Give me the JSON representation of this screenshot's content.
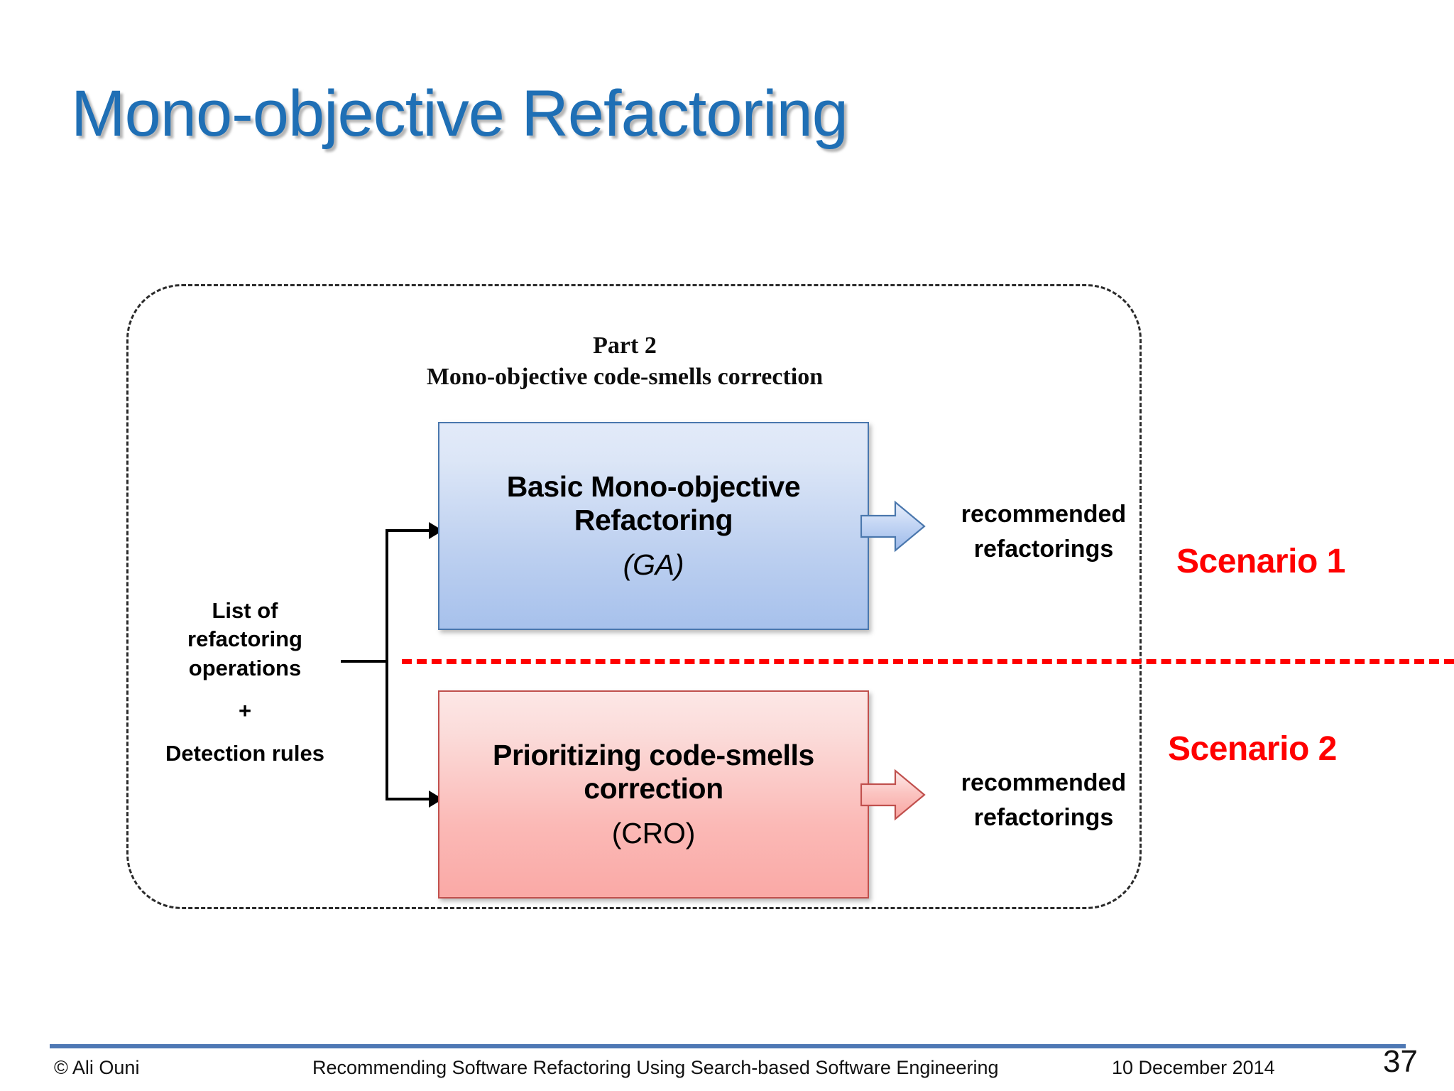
{
  "slide": {
    "title": "Mono-objective Refactoring",
    "title_color": "#1F6FB5"
  },
  "diagram": {
    "part_header": {
      "line1": "Part 2",
      "line2": "Mono-objective code-smells  correction"
    },
    "input_label": {
      "line1": "List of",
      "line2": "refactoring",
      "line3": "operations",
      "plus": "+",
      "line4": "Detection rules"
    },
    "boxes": [
      {
        "id": "basic-mono-objective-refactoring",
        "line1": "Basic Mono-objective",
        "line2": "Refactoring",
        "sub": "(GA)",
        "fill_top": "#E2EAF9",
        "fill_bottom": "#A7C1EC",
        "border": "#4A77AD",
        "output_line1": "recommended",
        "output_line2": "refactorings",
        "scenario": "Scenario 1"
      },
      {
        "id": "prioritizing-code-smells-correction",
        "line1": "Prioritizing code-smells",
        "line2": "correction",
        "sub": "(CRO)",
        "fill_top": "#FDE7E6",
        "fill_bottom": "#FAA9A6",
        "border": "#C0504D",
        "output_line1": "recommended",
        "output_line2": "refactorings",
        "scenario": "Scenario 2"
      }
    ],
    "divider_color": "#FF0000",
    "scenario_color": "#FF0000"
  },
  "footer": {
    "copyright": "© Ali Ouni",
    "center": "Recommending Software Refactoring Using Search-based Software Engineering",
    "date": "10 December 2014",
    "page": "37",
    "rule_color": "#4E78B4"
  }
}
